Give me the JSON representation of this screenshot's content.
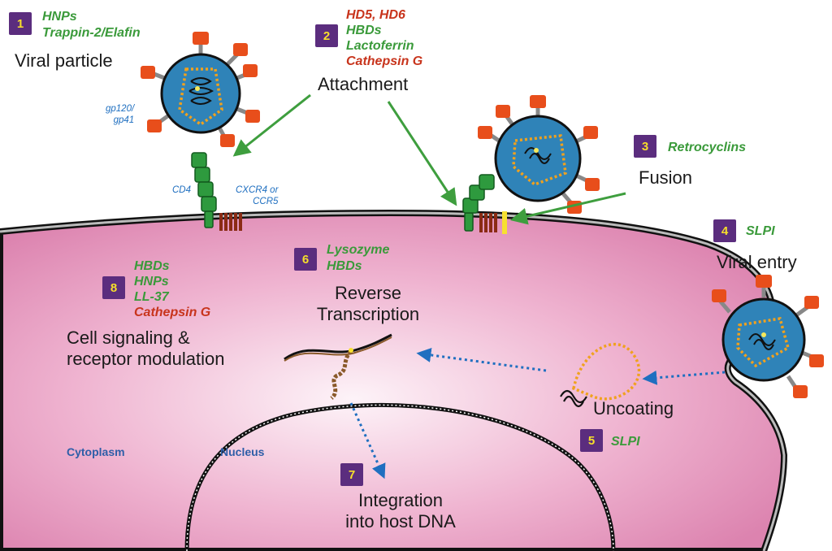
{
  "colors": {
    "cell_fill": "#e89bbf",
    "membrane": "#2a2a2a",
    "virus_blue": "#2f83b8",
    "capsid_orange": "#f0a11e",
    "spike_red": "#e84e1b",
    "badge_purple": "#5b2d7e",
    "badge_number": "#f7df2b",
    "inhibitor_green": "#3a9a3a",
    "enhancer_red": "#c8341c",
    "receptor_label_blue": "#1f6fc0",
    "arrow_green": "#3e9e3e",
    "arrow_blue": "#1f6fc0"
  },
  "steps": [
    {
      "number": "1",
      "title": "Viral particle",
      "agents": [
        {
          "text": "HNPs",
          "role": "inhibit"
        },
        {
          "text": "Trappin-2/Elafin",
          "role": "inhibit"
        }
      ]
    },
    {
      "number": "2",
      "title": "Attachment",
      "agents": [
        {
          "text": "HD5, HD6",
          "role": "enhance"
        },
        {
          "text": "HBDs",
          "role": "inhibit"
        },
        {
          "text": "Lactoferrin",
          "role": "inhibit"
        },
        {
          "text": "Cathepsin G",
          "role": "enhance"
        }
      ]
    },
    {
      "number": "3",
      "title": "Fusion",
      "agents": [
        {
          "text": "Retrocyclins",
          "role": "inhibit"
        }
      ]
    },
    {
      "number": "4",
      "title": "Viral entry",
      "agents": [
        {
          "text": "SLPI",
          "role": "inhibit"
        }
      ]
    },
    {
      "number": "5",
      "title": "Uncoating",
      "agents": [
        {
          "text": "SLPI",
          "role": "inhibit"
        }
      ]
    },
    {
      "number": "6",
      "title_lines": [
        "Reverse",
        "Transcription"
      ],
      "agents": [
        {
          "text": "Lysozyme",
          "role": "inhibit"
        },
        {
          "text": "HBDs",
          "role": "inhibit"
        }
      ]
    },
    {
      "number": "7",
      "title_lines": [
        "Integration",
        "into host DNA"
      ],
      "agents": []
    },
    {
      "number": "8",
      "title_lines": [
        "Cell signaling &",
        "receptor modulation"
      ],
      "agents": [
        {
          "text": "HBDs",
          "role": "inhibit"
        },
        {
          "text": "HNPs",
          "role": "inhibit"
        },
        {
          "text": "LL-37",
          "role": "inhibit"
        },
        {
          "text": "Cathepsin G",
          "role": "enhance"
        }
      ]
    }
  ],
  "receptor_labels": {
    "envelope": [
      "gp120/",
      "gp41"
    ],
    "cd4": "CD4",
    "coreceptor": [
      "CXCR4 or",
      "CCR5"
    ]
  },
  "regions": {
    "cytoplasm": "Cytoplasm",
    "nucleus": "Nucleus"
  }
}
